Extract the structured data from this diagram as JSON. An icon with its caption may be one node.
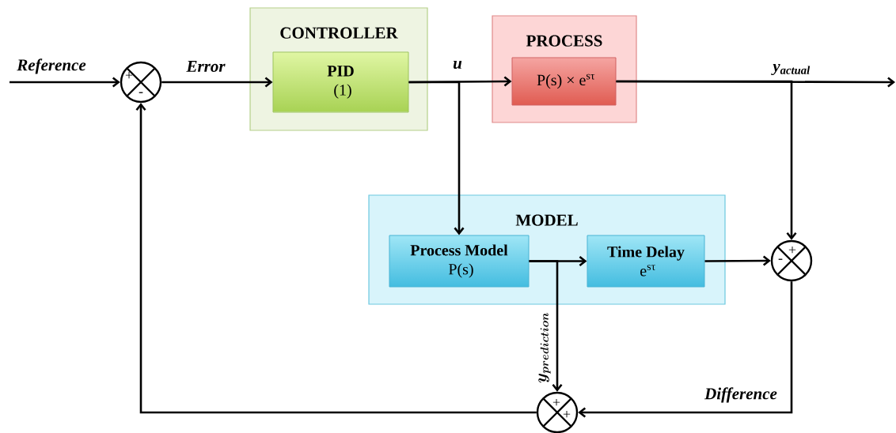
{
  "diagram": {
    "nodes": [
      {
        "text": [
          "+",
          "-"
        ]
      },
      {
        "text": [
          "CONTROLLER"
        ]
      },
      {
        "text": [
          "PID",
          "(1)"
        ],
        "in": 1
      },
      {
        "text": [
          "PROCESS"
        ]
      },
      {
        "text": [
          "P(s) × e$^{sτ}$"
        ],
        "in": 3
      },
      {
        "text": [
          "MODEL"
        ]
      },
      {
        "text": [
          "Process Model",
          "P(s)"
        ],
        "in": 5
      },
      {
        "text": [
          "Time Delay",
          "e$^{sτ}$"
        ],
        "in": 5
      },
      {
        "text": [
          "+",
          "-"
        ]
      },
      {
        "text": [
          "+",
          "+"
        ]
      }
    ],
    "edges": [
      {
        "from": null,
        "to": 0,
        "arrow": "to",
        "label": "Reference"
      },
      {
        "from": 0,
        "to": 2,
        "arrow": "to",
        "label": "Error"
      },
      {
        "from": 2,
        "to": 4,
        "arrow": "to",
        "label": "u"
      },
      {
        "from": 2,
        "to": 6,
        "arrow": "to"
      },
      {
        "from": 4,
        "to": null,
        "arrow": "to",
        "label": "y$_{actual}$"
      },
      {
        "from": 4,
        "to": 8,
        "arrow": "to"
      },
      {
        "from": 6,
        "to": 7,
        "arrow": "to"
      },
      {
        "from": 6,
        "to": 9,
        "arrow": "to",
        "label": "y_{prediction}"
      },
      {
        "from": 7,
        "to": 8,
        "arrow": "to"
      },
      {
        "from": 8,
        "to": 9,
        "arrow": "to",
        "label": "Difference"
      },
      {
        "from": 9,
        "to": 0,
        "arrow": "to"
      }
    ]
  }
}
